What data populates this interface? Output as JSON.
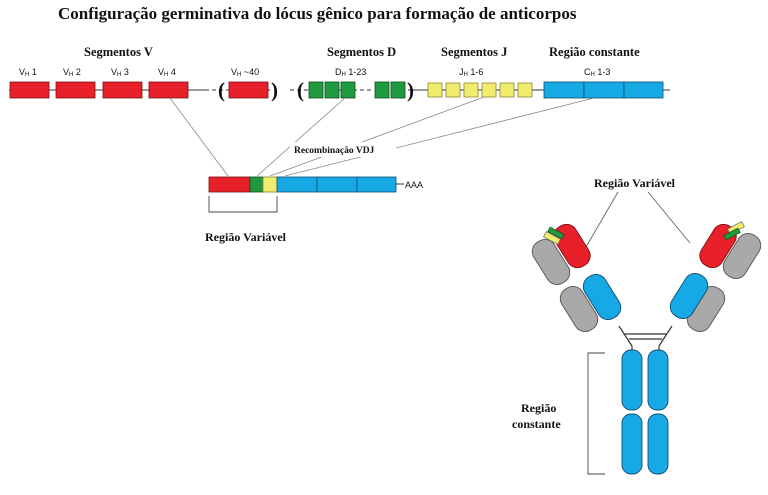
{
  "title": "Configuração germinativa do lócus gênico para formação de anticorpos",
  "headers": {
    "v": "Segmentos V",
    "d": "Segmentos D",
    "j": "Segmentos J",
    "c": "Região constante"
  },
  "segments": {
    "v1": {
      "main": "V",
      "sub": "H",
      "rest": " 1"
    },
    "v2": {
      "main": "V",
      "sub": "H",
      "rest": " 2"
    },
    "v3": {
      "main": "V",
      "sub": "H",
      "rest": " 3"
    },
    "v4": {
      "main": "V",
      "sub": "H",
      "rest": " 4"
    },
    "v40": {
      "main": "V",
      "sub": "H",
      "rest": " ~40"
    },
    "d": {
      "main": "D",
      "sub": "H",
      "rest": " 1-23"
    },
    "j": {
      "main": "J",
      "sub": "H",
      "rest": " 1-6"
    },
    "c": {
      "main": "C",
      "sub": "H",
      "rest": " 1-3"
    }
  },
  "recombination_label": "Recombinação VDJ",
  "mrna_tail": "AAA",
  "variable_region_label": "Região Variável",
  "antibody": {
    "variable_label": "Região Variável",
    "constant_label_line1": "Região",
    "constant_label_line2": "constante"
  },
  "colors": {
    "v": "#e8202a",
    "d": "#1f9a3e",
    "j": "#f2ec6e",
    "c": "#17a8e6",
    "light_chain": "#a9a9a9"
  }
}
